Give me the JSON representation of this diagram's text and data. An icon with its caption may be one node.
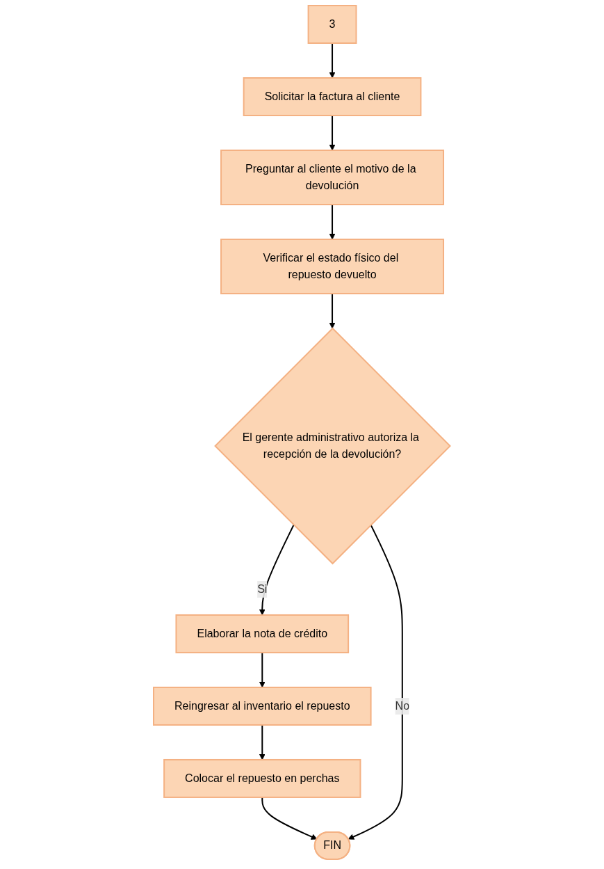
{
  "diagram": {
    "nodes": [
      {
        "text": [
          "3"
        ]
      },
      {
        "text": [
          "Solicitar la factura al cliente"
        ]
      },
      {
        "text": [
          "Preguntar al cliente el motivo de la devolución"
        ]
      },
      {
        "text": [
          "Verificar el estado físico del repuesto devuelto"
        ]
      },
      {
        "text": [
          "El gerente administrativo autoriza la recepción de la devolución?"
        ]
      },
      {
        "text": [
          "Elaborar la nota de crédito"
        ]
      },
      {
        "text": [
          "Reingresar al inventario el repuesto"
        ]
      },
      {
        "text": [
          "Colocar el repuesto en perchas"
        ]
      },
      {
        "text": [
          "FIN"
        ]
      }
    ],
    "edges": [
      {
        "from": 0,
        "to": 1,
        "arrow": "to"
      },
      {
        "from": 1,
        "to": 2,
        "arrow": "to"
      },
      {
        "from": 2,
        "to": 3,
        "arrow": "to"
      },
      {
        "from": 3,
        "to": 4,
        "arrow": "to"
      },
      {
        "from": 4,
        "to": 5,
        "arrow": "to",
        "label": "Si"
      },
      {
        "from": 5,
        "to": 6,
        "arrow": "to"
      },
      {
        "from": 6,
        "to": 7,
        "arrow": "to"
      },
      {
        "from": 7,
        "to": 8,
        "arrow": "to"
      },
      {
        "from": 4,
        "to": 8,
        "arrow": "to",
        "label": "No"
      }
    ]
  }
}
